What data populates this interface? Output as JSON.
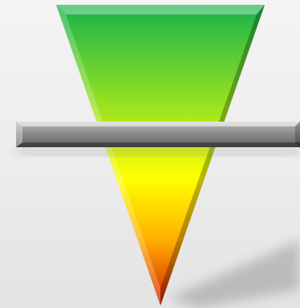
{
  "graphic": {
    "subject": "funnel-gauge",
    "gradient_stops": [
      {
        "offset": "0%",
        "color": "#16b24a"
      },
      {
        "offset": "35%",
        "color": "#9fe41f"
      },
      {
        "offset": "58%",
        "color": "#ffff00"
      },
      {
        "offset": "78%",
        "color": "#ffb000"
      },
      {
        "offset": "100%",
        "color": "#d81c00"
      }
    ],
    "bar_color": "#8a8a8a",
    "shadow_color": "#9a9a9a",
    "background_color": "#efefef"
  }
}
